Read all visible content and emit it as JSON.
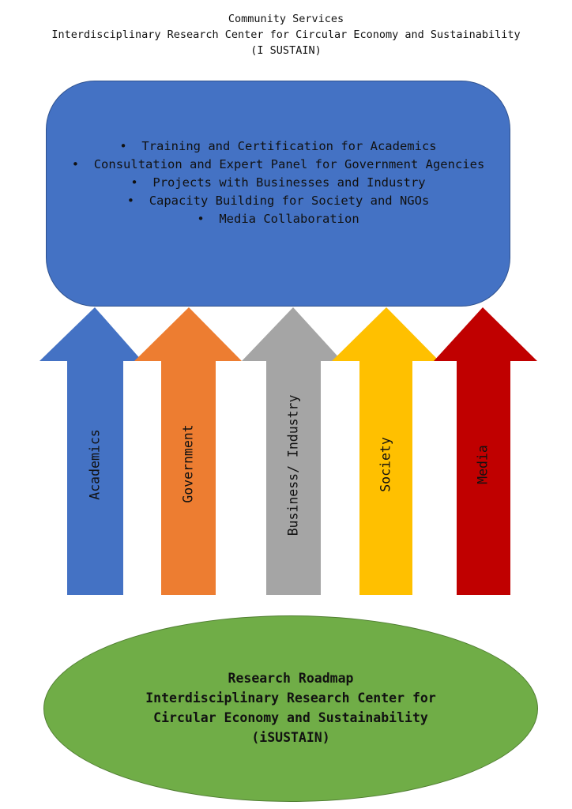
{
  "header": {
    "line1": "Community Services",
    "line2": "Interdisciplinary Research Center for Circular Economy and Sustainability",
    "line3": "(I SUSTAIN)"
  },
  "services": [
    "Training and Certification for Academics",
    "Consultation and Expert Panel for Government Agencies",
    "Projects with Businesses and Industry",
    "Capacity Building for Society and NGOs",
    "Media Collaboration"
  ],
  "stakeholders": [
    {
      "label": "Academics",
      "color": "#4472c4",
      "icon": "up-arrow"
    },
    {
      "label": "Government",
      "color": "#ed7d31",
      "icon": "up-arrow"
    },
    {
      "label": "Business/ Industry",
      "color": "#a5a5a5",
      "icon": "up-arrow"
    },
    {
      "label": "Society",
      "color": "#ffc000",
      "icon": "up-arrow"
    },
    {
      "label": "Media",
      "color": "#c00000",
      "icon": "up-arrow"
    }
  ],
  "roadmap": {
    "line1": "Research Roadmap",
    "line2": "Interdisciplinary Research Center for",
    "line3": "Circular Economy and Sustainability",
    "line4": "(iSUSTAIN)"
  },
  "colors": {
    "top_box": "#4472c4",
    "roadmap_ellipse": "#70ad47"
  }
}
